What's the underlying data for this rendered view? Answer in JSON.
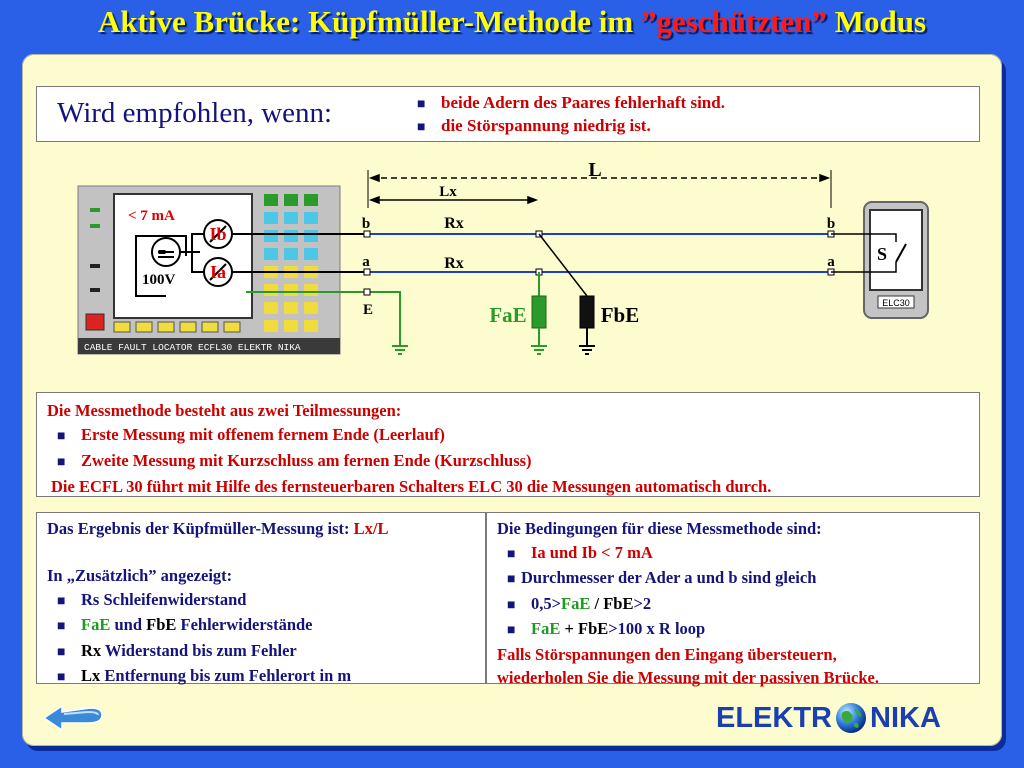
{
  "title": {
    "pre": "Aktive Brücke: Küpfmüller-Methode im ",
    "quoted": "”geschützten”",
    "post": " Modus"
  },
  "recommendation": {
    "lead": "Wird empfohlen, wenn:",
    "bullet": "■",
    "items": [
      "beide Adern des Paares fehlerhaft sind.",
      "die Störspannung niedrig ist."
    ]
  },
  "diagram": {
    "device": {
      "current_label": "< 7 mA",
      "ib": "Ib",
      "ia": "Ia",
      "eq": "=",
      "voltage": "100V",
      "footer": "CABLE  FAULT  LOCATOR    ECFL30    ELEKTR  NIKA"
    },
    "terminals": {
      "b_left": "b",
      "a_left": "a",
      "e_left": "E",
      "b_right": "b",
      "a_right": "a"
    },
    "dims": {
      "L": "L",
      "Lx": "Lx",
      "rx1": "Rx",
      "rx2": "Rx"
    },
    "faults": {
      "fae": "FaE",
      "fbe": "FbE"
    },
    "switch_unit": {
      "s": "S",
      "name": "ELC30"
    }
  },
  "method": {
    "intro": "Die Messmethode besteht aus zwei Teilmessungen:",
    "items": [
      "Erste Messung mit offenem fernem Ende (Leerlauf)",
      "Zweite Messung mit Kurzschluss am fernen Ende (Kurzschluss)"
    ],
    "note": "Die ECFL 30 führt mit Hilfe des fernsteuerbaren Schalters ELC 30 die Messungen automatisch durch."
  },
  "result": {
    "line1_pre": "Das Ergebnis der Küpfmüller-Messung ist: ",
    "line1_val": "Lx/L",
    "line2": "In „Zusätzlich” angezeigt:",
    "rs": "Rs Schleifenwiderstand",
    "fae": "FaE",
    "und": " und ",
    "fbe": "FbE",
    "fw": " Fehlerwiderstände",
    "rx": "Rx",
    "rx_text": " Widerstand bis zum Fehler",
    "lx": "Lx",
    "lx_text": " Entfernung bis zum Fehlerort in m"
  },
  "conditions": {
    "intro": "Die Bedingungen für diese Messmethode sind:",
    "c1": "Ia und Ib < 7 mA",
    "c2": "Durchmesser der Ader a und b sind gleich",
    "c3_num": "0,5>",
    "c3_fae": "FaE",
    "c3_sep": " / ",
    "c3_fbe": "FbE",
    "c3_end": ">2",
    "c4_fae": "FaE",
    "c4_plus": " + ",
    "c4_fbe": "FbE",
    "c4_end": ">100 x R loop",
    "note1": "Falls Störspannungen den Eingang übersteuern,",
    "note2": "wiederholen Sie die Messung mit der passiven Brücke."
  },
  "brand": {
    "left": "ELEKTR",
    "right": "NIKA"
  },
  "colors": {
    "background": "#2a60e8",
    "panel": "#fdfccf",
    "title": "#ffff00",
    "accent_red": "#cc0000",
    "navy": "#14147a",
    "green": "#1f9a1f"
  }
}
